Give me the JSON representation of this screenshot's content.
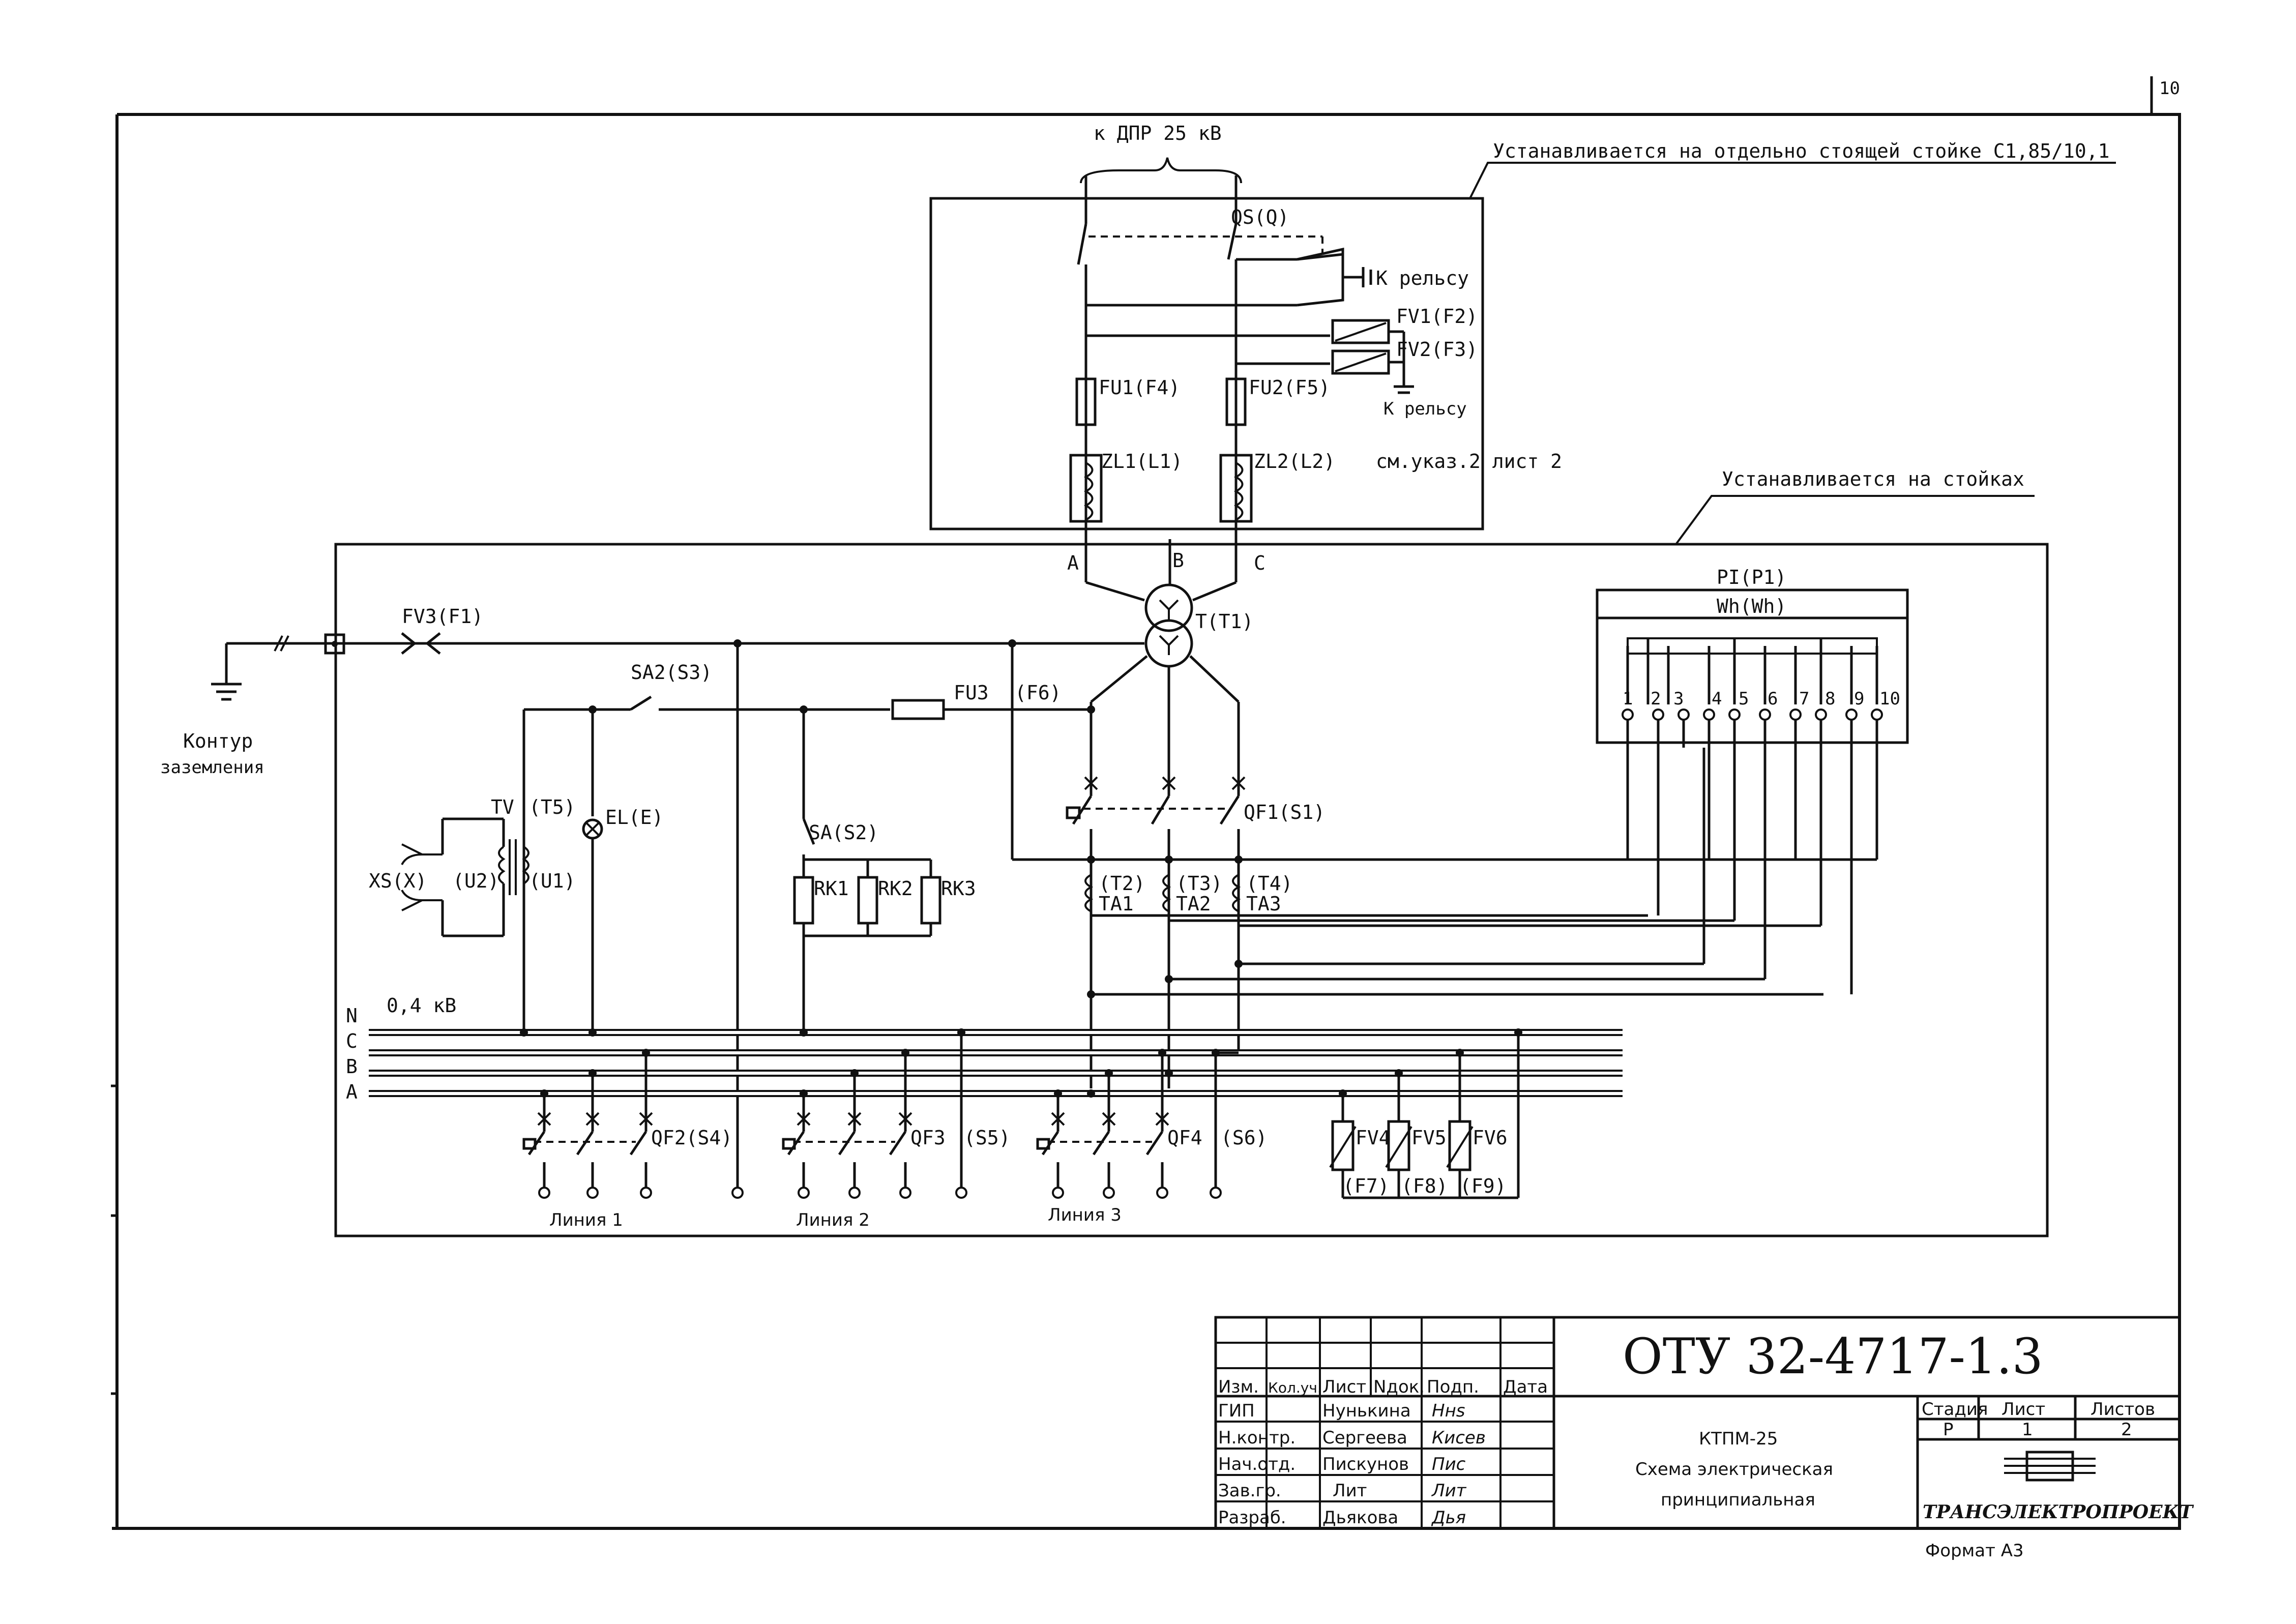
{
  "page_number": "10",
  "notes": {
    "top_source": "к ДПР 25 кВ",
    "pole_note": "Устанавливается на отдельно стоящей стойке С1,85/10,1",
    "posts_note": "Устанавливается на стойках"
  },
  "hv_labels": {
    "qs": "QS(Q)",
    "to_rail_1": "К рельсу",
    "fv1": "FV1(F2)",
    "fv2": "FV2(F3)",
    "to_rail_2": "К рельсу",
    "fu1": "FU1(F4)",
    "fu2": "FU2(F5)",
    "zl1": "ZL1(L1)",
    "zl2": "ZL2(L2)",
    "zl_note": "см.указ.2 лист 2"
  },
  "phase_labels": {
    "a": "A",
    "b": "B",
    "c": "C"
  },
  "transformer_labels": {
    "t": "T(T1)",
    "fv3": "FV3(F1)",
    "earth_1": "Контур",
    "earth_2": "заземления"
  },
  "meter_labels": {
    "pi": "PI(P1)",
    "wh": "Wh(Wh)",
    "terminals": [
      "1",
      "2",
      "3",
      "4",
      "5",
      "6",
      "7",
      "8",
      "9",
      "10"
    ]
  },
  "aux_labels": {
    "sa2": "SA2(S3)",
    "fu3": "FU3",
    "f6": "(F6)",
    "tv": "TV",
    "t5": "(T5)",
    "el": "EL(E)",
    "xs": "XS(X)",
    "u2": "(U2)",
    "u1": "(U1)",
    "sa": "SA(S2)",
    "rk1": "RK1",
    "rk2": "RK2",
    "rk3": "RK3",
    "qf1": "QF1(S1)",
    "t2": "(T2)",
    "ta1": "TA1",
    "t3": "(T3)",
    "ta2": "TA2",
    "t4": "(T4)",
    "ta3": "TA3"
  },
  "bus_labels": {
    "n": "N",
    "c": "C",
    "b": "B",
    "a": "A",
    "voltage": "0,4 кВ"
  },
  "feeder_labels": {
    "qf2": "QF2(S4)",
    "qf3": "QF3",
    "s5": "(S5)",
    "qf4": "QF4",
    "s6": "(S6)",
    "fv4": "FV4",
    "fv5": "FV5",
    "fv6": "FV6",
    "f7": "(F7)",
    "f8": "(F8)",
    "f9": "(F9)",
    "line1": "Линия 1",
    "line2": "Линия 2",
    "line3": "Линия 3"
  },
  "title_block": {
    "doc_code": "ОТУ 32-4717-1.3",
    "headers": [
      "Изм.",
      "Кол.уч.",
      "Лист",
      "Nдок.",
      "Подп.",
      "Дата"
    ],
    "roles": [
      {
        "role": "ГИП",
        "name": "Нунькина",
        "sign": "Ннs"
      },
      {
        "role": "Н.контр.",
        "name": "Сергеева",
        "sign": "Кисев"
      },
      {
        "role": "Нач.отд.",
        "name": "Пискунов",
        "sign": "Пис"
      },
      {
        "role": "Зав.гр.",
        "name": "Лит",
        "sign": "Лит"
      },
      {
        "role": "Разраб.",
        "name": "Дьякова",
        "sign": "Дья"
      }
    ],
    "product": "КТПМ-25",
    "title_1": "Схема электрическая",
    "title_2": "принципиальная",
    "stage_header": "Стадия",
    "sheet_header": "Лист",
    "sheets_header": "Листов",
    "stage": "Р",
    "sheet": "1",
    "sheets": "2",
    "company": "ТРАНСЭЛЕКТРОПРОЕКТ",
    "format": "Формат А3"
  }
}
